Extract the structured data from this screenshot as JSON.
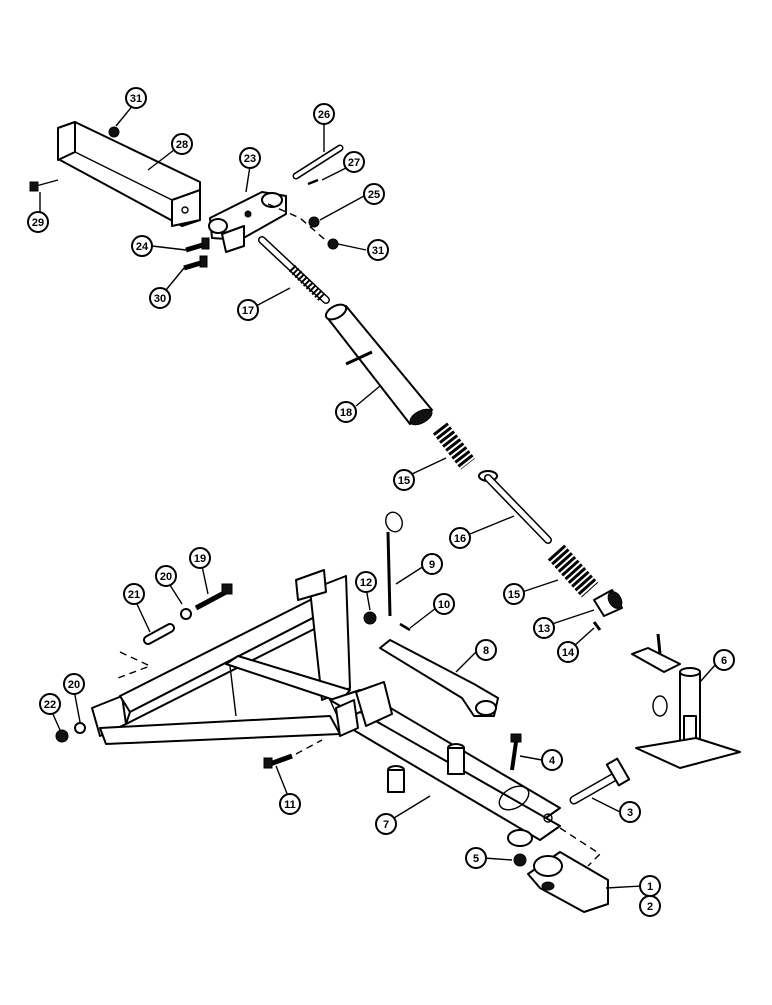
{
  "callouts": [
    {
      "id": "c31a",
      "label": "31"
    },
    {
      "id": "c28",
      "label": "28"
    },
    {
      "id": "c29",
      "label": "29"
    },
    {
      "id": "c23",
      "label": "23"
    },
    {
      "id": "c26",
      "label": "26"
    },
    {
      "id": "c27",
      "label": "27"
    },
    {
      "id": "c25",
      "label": "25"
    },
    {
      "id": "c24",
      "label": "24"
    },
    {
      "id": "c31b",
      "label": "31"
    },
    {
      "id": "c30",
      "label": "30"
    },
    {
      "id": "c17",
      "label": "17"
    },
    {
      "id": "c18",
      "label": "18"
    },
    {
      "id": "c15a",
      "label": "15"
    },
    {
      "id": "c16",
      "label": "16"
    },
    {
      "id": "c19",
      "label": "19"
    },
    {
      "id": "c20a",
      "label": "20"
    },
    {
      "id": "c21",
      "label": "21"
    },
    {
      "id": "c12",
      "label": "12"
    },
    {
      "id": "c9",
      "label": "9"
    },
    {
      "id": "c10",
      "label": "10"
    },
    {
      "id": "c15b",
      "label": "15"
    },
    {
      "id": "c13",
      "label": "13"
    },
    {
      "id": "c14",
      "label": "14"
    },
    {
      "id": "c8",
      "label": "8"
    },
    {
      "id": "c6",
      "label": "6"
    },
    {
      "id": "c22",
      "label": "22"
    },
    {
      "id": "c20b",
      "label": "20"
    },
    {
      "id": "c4",
      "label": "4"
    },
    {
      "id": "c11",
      "label": "11"
    },
    {
      "id": "c3",
      "label": "3"
    },
    {
      "id": "c7",
      "label": "7"
    },
    {
      "id": "c5",
      "label": "5"
    },
    {
      "id": "c1",
      "label": "1"
    },
    {
      "id": "c2",
      "label": "2"
    }
  ]
}
